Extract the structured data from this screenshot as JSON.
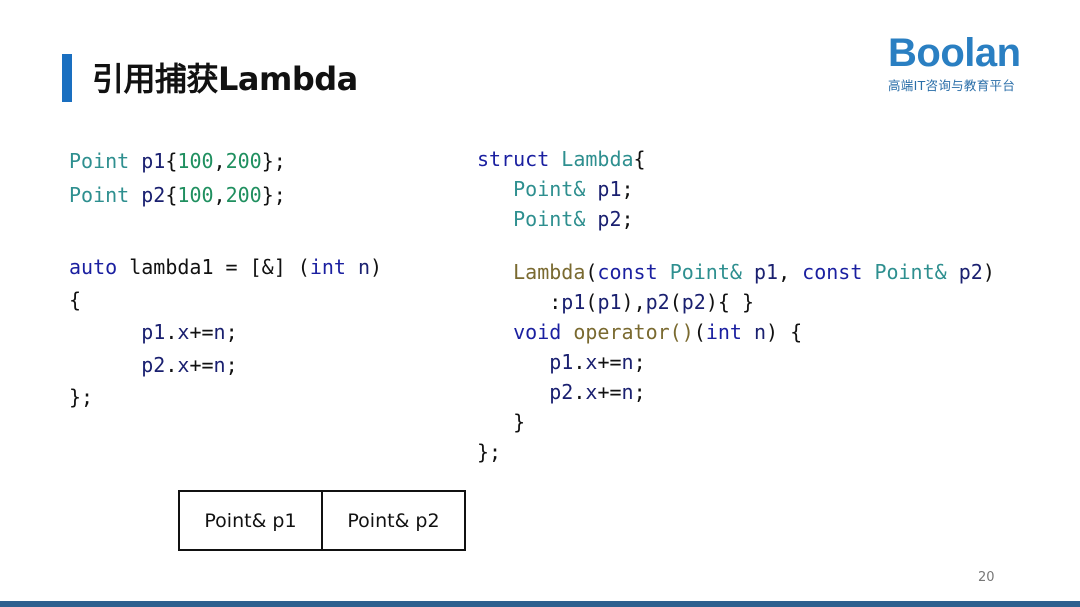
{
  "slide": {
    "title": "引用捕获Lambda",
    "page_number": "20",
    "accent_color": "#1a6fc0",
    "bottom_bar_color": "#2d5f8e"
  },
  "logo": {
    "brand": "Boolan",
    "tagline": "高端IT咨询与教育平台",
    "color": "#2a7fc2"
  },
  "code_left": {
    "declarations": [
      [
        {
          "t": "Point",
          "c": "ty"
        },
        {
          "t": " ",
          "c": "pl"
        },
        {
          "t": "p1",
          "c": "var"
        },
        {
          "t": "{",
          "c": "pl"
        },
        {
          "t": "100",
          "c": "num"
        },
        {
          "t": ",",
          "c": "pl"
        },
        {
          "t": "200",
          "c": "num"
        },
        {
          "t": "};",
          "c": "pl"
        }
      ],
      [
        {
          "t": "Point",
          "c": "ty"
        },
        {
          "t": " ",
          "c": "pl"
        },
        {
          "t": "p2",
          "c": "var"
        },
        {
          "t": "{",
          "c": "pl"
        },
        {
          "t": "100",
          "c": "num"
        },
        {
          "t": ",",
          "c": "pl"
        },
        {
          "t": "200",
          "c": "num"
        },
        {
          "t": "};",
          "c": "pl"
        }
      ]
    ],
    "lambda": [
      [
        {
          "t": "auto",
          "c": "kw"
        },
        {
          "t": " lambda1 = [&] (",
          "c": "pl"
        },
        {
          "t": "int",
          "c": "kw"
        },
        {
          "t": " ",
          "c": "pl"
        },
        {
          "t": "n",
          "c": "var"
        },
        {
          "t": ")",
          "c": "pl"
        }
      ],
      [
        {
          "t": "{",
          "c": "pl"
        }
      ],
      [
        {
          "t": "      ",
          "c": "pl"
        },
        {
          "t": "p1",
          "c": "var"
        },
        {
          "t": ".",
          "c": "pl"
        },
        {
          "t": "x",
          "c": "var"
        },
        {
          "t": "+=",
          "c": "pl"
        },
        {
          "t": "n",
          "c": "var"
        },
        {
          "t": ";",
          "c": "pl"
        }
      ],
      [
        {
          "t": "      ",
          "c": "pl"
        },
        {
          "t": "p2",
          "c": "var"
        },
        {
          "t": ".",
          "c": "pl"
        },
        {
          "t": "x",
          "c": "var"
        },
        {
          "t": "+=",
          "c": "pl"
        },
        {
          "t": "n",
          "c": "var"
        },
        {
          "t": ";",
          "c": "pl"
        }
      ],
      [
        {
          "t": "};",
          "c": "pl"
        }
      ]
    ]
  },
  "code_right": {
    "struct_head": [
      [
        {
          "t": "struct",
          "c": "kw"
        },
        {
          "t": " ",
          "c": "pl"
        },
        {
          "t": "Lambda",
          "c": "ty"
        },
        {
          "t": "{",
          "c": "pl"
        }
      ],
      [
        {
          "t": "   ",
          "c": "pl"
        },
        {
          "t": "Point&",
          "c": "ty"
        },
        {
          "t": " ",
          "c": "pl"
        },
        {
          "t": "p1",
          "c": "var"
        },
        {
          "t": ";",
          "c": "pl"
        }
      ],
      [
        {
          "t": "   ",
          "c": "pl"
        },
        {
          "t": "Point&",
          "c": "ty"
        },
        {
          "t": " ",
          "c": "pl"
        },
        {
          "t": "p2",
          "c": "var"
        },
        {
          "t": ";",
          "c": "pl"
        }
      ]
    ],
    "struct_body": [
      [
        {
          "t": "   ",
          "c": "pl"
        },
        {
          "t": "Lambda",
          "c": "fn"
        },
        {
          "t": "(",
          "c": "pl"
        },
        {
          "t": "const",
          "c": "kw"
        },
        {
          "t": " ",
          "c": "pl"
        },
        {
          "t": "Point&",
          "c": "ty"
        },
        {
          "t": " ",
          "c": "pl"
        },
        {
          "t": "p1",
          "c": "var"
        },
        {
          "t": ", ",
          "c": "pl"
        },
        {
          "t": "const",
          "c": "kw"
        },
        {
          "t": " ",
          "c": "pl"
        },
        {
          "t": "Point&",
          "c": "ty"
        },
        {
          "t": " ",
          "c": "pl"
        },
        {
          "t": "p2",
          "c": "var"
        },
        {
          "t": ")",
          "c": "pl"
        }
      ],
      [
        {
          "t": "      :",
          "c": "pl"
        },
        {
          "t": "p1",
          "c": "var"
        },
        {
          "t": "(",
          "c": "pl"
        },
        {
          "t": "p1",
          "c": "var"
        },
        {
          "t": "),",
          "c": "pl"
        },
        {
          "t": "p2",
          "c": "var"
        },
        {
          "t": "(",
          "c": "pl"
        },
        {
          "t": "p2",
          "c": "var"
        },
        {
          "t": "){ }",
          "c": "pl"
        }
      ],
      [
        {
          "t": "   ",
          "c": "pl"
        },
        {
          "t": "void",
          "c": "kw"
        },
        {
          "t": " ",
          "c": "pl"
        },
        {
          "t": "operator()",
          "c": "fn"
        },
        {
          "t": "(",
          "c": "pl"
        },
        {
          "t": "int",
          "c": "kw"
        },
        {
          "t": " ",
          "c": "pl"
        },
        {
          "t": "n",
          "c": "var"
        },
        {
          "t": ") {",
          "c": "pl"
        }
      ],
      [
        {
          "t": "      ",
          "c": "pl"
        },
        {
          "t": "p1",
          "c": "var"
        },
        {
          "t": ".",
          "c": "pl"
        },
        {
          "t": "x",
          "c": "var"
        },
        {
          "t": "+=",
          "c": "pl"
        },
        {
          "t": "n",
          "c": "var"
        },
        {
          "t": ";",
          "c": "pl"
        }
      ],
      [
        {
          "t": "      ",
          "c": "pl"
        },
        {
          "t": "p2",
          "c": "var"
        },
        {
          "t": ".",
          "c": "pl"
        },
        {
          "t": "x",
          "c": "var"
        },
        {
          "t": "+=",
          "c": "pl"
        },
        {
          "t": "n",
          "c": "var"
        },
        {
          "t": ";",
          "c": "pl"
        }
      ],
      [
        {
          "t": "   }",
          "c": "pl"
        }
      ],
      [
        {
          "t": "};",
          "c": "pl"
        }
      ]
    ]
  },
  "memory_layout": {
    "cells": [
      "Point& p1",
      "Point& p2"
    ]
  }
}
